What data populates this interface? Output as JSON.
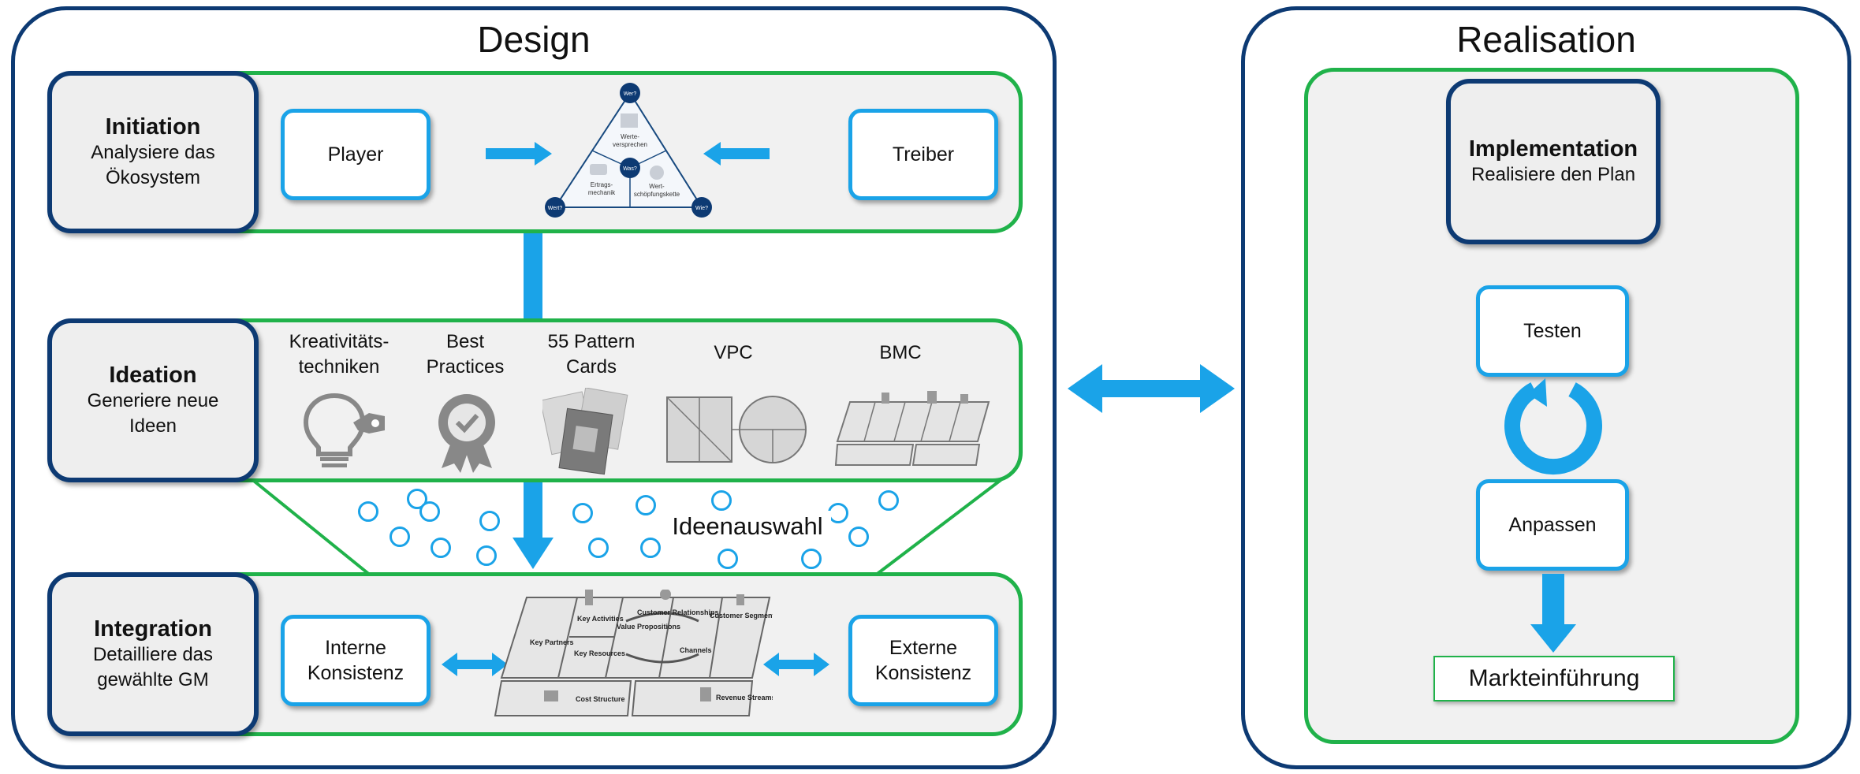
{
  "design": {
    "title": "Design",
    "initiation": {
      "title": "Initiation",
      "subtitle_line1": "Analysiere das",
      "subtitle_line2": "Ökosystem",
      "left_card": "Player",
      "right_card": "Treiber"
    },
    "triangle": {
      "wer": "Wer?",
      "was": "Was?",
      "wie": "Wie?",
      "wert": "Wert?",
      "wertversprechen_1": "Werte-",
      "wertversprechen_2": "versprechen",
      "ertragsmechanik_1": "Ertrags-",
      "ertragsmechanik_2": "mechanik",
      "wertschoepfung_1": "Wert-",
      "wertschoepfung_2": "schöpfungskette"
    },
    "ideation": {
      "title": "Ideation",
      "subtitle_line1": "Generiere neue",
      "subtitle_line2": "Ideen",
      "methods": [
        {
          "line1": "Kreativitäts-",
          "line2": "techniken",
          "icon": "lightbulb-icon"
        },
        {
          "line1": "Best",
          "line2": "Practices",
          "icon": "award-badge-icon"
        },
        {
          "line1": "55 Pattern",
          "line2": "Cards",
          "icon": "pattern-cards-icon"
        },
        {
          "line1": "VPC",
          "line2": "",
          "icon": "value-proposition-canvas-icon"
        },
        {
          "line1": "BMC",
          "line2": "",
          "icon": "business-model-canvas-icon"
        }
      ]
    },
    "selection_label": "Ideenauswahl",
    "integration": {
      "title": "Integration",
      "subtitle_line1": "Detailliere das",
      "subtitle_line2": "gewählte GM",
      "left_card_1": "Interne",
      "left_card_2": "Konsistenz",
      "right_card_1": "Externe",
      "right_card_2": "Konsistenz"
    },
    "bmc": {
      "key_partners": "Key Partners",
      "key_activities": "Key Activities",
      "key_resources": "Key Resources",
      "value_propositions": "Value Propositions",
      "customer_relationships": "Customer Relationships",
      "channels": "Channels",
      "customer_segments": "Customer Segments",
      "cost_structure": "Cost Structure",
      "revenue_streams": "Revenue Streams"
    }
  },
  "realisation": {
    "title": "Realisation",
    "implementation": {
      "title": "Implementation",
      "subtitle": "Realisiere den Plan"
    },
    "testen": "Testen",
    "anpassen": "Anpassen",
    "market": "Markteinführung"
  },
  "colors": {
    "dark_blue": "#0d3a73",
    "green": "#20b24a",
    "accent_blue": "#1aa3e8",
    "panel_gray": "#f1f1f1"
  }
}
